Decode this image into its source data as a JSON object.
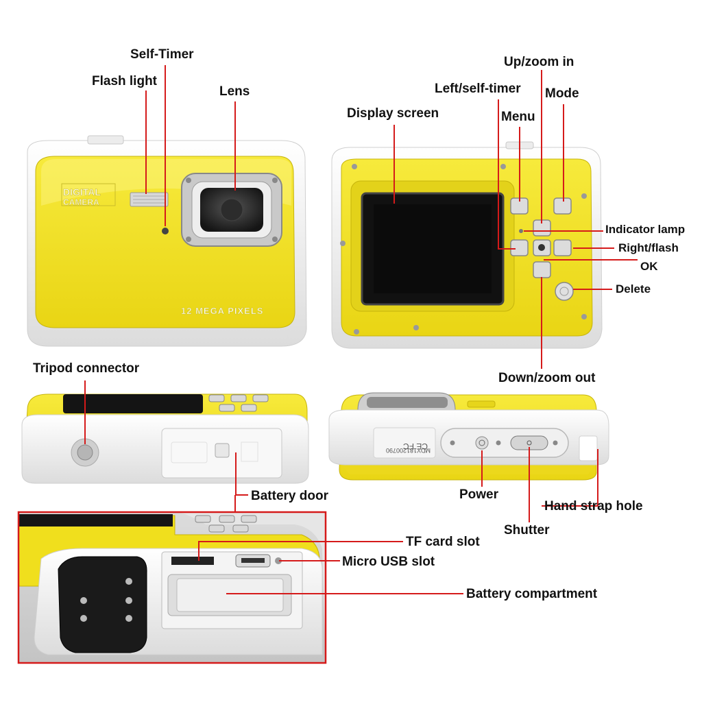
{
  "colors": {
    "body_yellow": "#f2e21f",
    "shell_white": "#f4f4f4",
    "leader_red": "#d51a1a",
    "screen_black": "#111111"
  },
  "camera_prints": {
    "brand_line1": "DIGITAL",
    "brand_line2": "CAMERA",
    "megapixels": "12 MEGA PIXELS",
    "model_code": "MDY181200790",
    "cert_marks": "CE FC"
  },
  "views": {
    "front": {
      "labels": {
        "self_timer": "Self-Timer",
        "flash_light": "Flash light",
        "lens": "Lens"
      }
    },
    "back": {
      "labels": {
        "up_zoom_in": "Up/zoom in",
        "left_self_timer": "Left/self-timer",
        "mode": "Mode",
        "display_screen": "Display screen",
        "menu": "Menu",
        "indicator_lamp": "Indicator lamp",
        "right_flash": "Right/flash",
        "ok": "OK",
        "delete": "Delete",
        "down_zoom_out": "Down/zoom out"
      }
    },
    "bottom": {
      "labels": {
        "tripod_connector": "Tripod connector",
        "battery_door": "Battery door"
      }
    },
    "top": {
      "labels": {
        "power": "Power",
        "hand_strap_hole": "Hand strap hole",
        "shutter": "Shutter"
      }
    },
    "battery_detail": {
      "labels": {
        "tf_card_slot": "TF card slot",
        "micro_usb_slot": "Micro USB slot",
        "battery_compartment": "Battery compartment"
      }
    }
  }
}
